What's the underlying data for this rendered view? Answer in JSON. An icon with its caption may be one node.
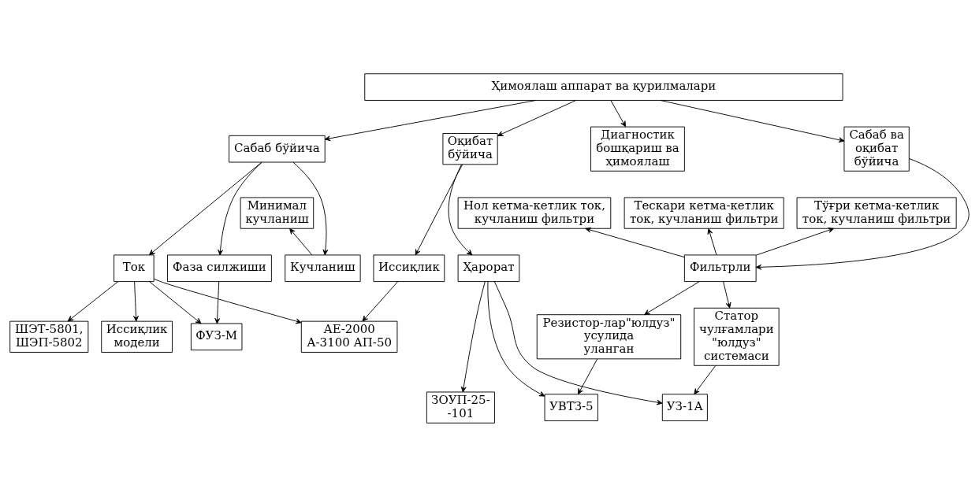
{
  "diagram": {
    "nodes": [
      {
        "text": [
          "Ҳимоялаш аппарат ва қурилмалари"
        ]
      },
      {
        "text": [
          "Сабаб бўйича"
        ]
      },
      {
        "text": [
          "Оқибат бўйича"
        ]
      },
      {
        "text": [
          "Сабаб ва оқибат бўйича"
        ]
      },
      {
        "text": [
          "Диагностик бошқариш ва ҳимоялаш"
        ]
      },
      {
        "text": [
          "Тўғри кетма-кетлик ток, кучланиш фильтри"
        ]
      },
      {
        "text": [
          "Минимал кучланиш"
        ]
      },
      {
        "text": [
          "Нол кетма-кетлик ток, кучланиш фильтри"
        ]
      },
      {
        "text": [
          "Тескари кетма-кетлик ток, кучланиш фильтри"
        ]
      },
      {
        "text": [
          "Кучланиш"
        ]
      },
      {
        "text": [
          "Ток"
        ]
      },
      {
        "text": [
          "Фаза силжиши"
        ]
      },
      {
        "text": [
          "Иссиқлик"
        ]
      },
      {
        "text": [
          "Ҳарорат"
        ]
      },
      {
        "text": [
          "Фильтрли"
        ]
      },
      {
        "text": [
          "Статор чулғамлари \"юлдуз\" системаси"
        ]
      },
      {
        "text": [
          "Резистор-лар\"юлдуз\" усулида уланган"
        ]
      },
      {
        "text": [
          "Иссиқлик модели"
        ]
      },
      {
        "text": [
          "ШЭТ-5801, ШЭП-5802"
        ]
      },
      {
        "text": [
          "АЕ-2000 А-3100 АП-50"
        ]
      },
      {
        "text": [
          "ФУЗ-М"
        ]
      },
      {
        "text": [
          "ЗОУП-25- -101"
        ]
      },
      {
        "text": [
          "УЗ-1А"
        ]
      },
      {
        "text": [
          "УВТЗ-5"
        ]
      }
    ],
    "edges": [
      {
        "from": 0,
        "to": 1,
        "arrow": "to"
      },
      {
        "from": 0,
        "to": 2,
        "arrow": "to"
      },
      {
        "from": 0,
        "to": 3,
        "arrow": "to"
      },
      {
        "from": 0,
        "to": 4,
        "arrow": "to"
      },
      {
        "from": 1,
        "to": 9,
        "arrow": "to"
      },
      {
        "from": 1,
        "to": 10,
        "arrow": "to"
      },
      {
        "from": 1,
        "to": 11,
        "arrow": "to"
      },
      {
        "from": 9,
        "to": 6,
        "arrow": "to"
      },
      {
        "from": 2,
        "to": 12,
        "arrow": "to"
      },
      {
        "from": 2,
        "to": 13,
        "arrow": "to"
      },
      {
        "from": 3,
        "to": 14,
        "arrow": "to"
      },
      {
        "from": 14,
        "to": 7,
        "arrow": "to"
      },
      {
        "from": 14,
        "to": 5,
        "arrow": "to"
      },
      {
        "from": 14,
        "to": 8,
        "arrow": "to"
      },
      {
        "from": 14,
        "to": 15,
        "arrow": "to"
      },
      {
        "from": 14,
        "to": 16,
        "arrow": "to"
      },
      {
        "from": 10,
        "to": 17,
        "arrow": "to"
      },
      {
        "from": 10,
        "to": 18,
        "arrow": "to"
      },
      {
        "from": 10,
        "to": 19,
        "arrow": "to"
      },
      {
        "from": 10,
        "to": 20,
        "arrow": "to"
      },
      {
        "from": 11,
        "to": 20,
        "arrow": "to"
      },
      {
        "from": 12,
        "to": 19,
        "arrow": "to"
      },
      {
        "from": 13,
        "to": 21,
        "arrow": "to"
      },
      {
        "from": 13,
        "to": 22,
        "arrow": "to"
      },
      {
        "from": 13,
        "to": 23,
        "arrow": "to"
      },
      {
        "from": 15,
        "to": 22,
        "arrow": "to"
      },
      {
        "from": 16,
        "to": 23,
        "arrow": "to"
      }
    ]
  }
}
